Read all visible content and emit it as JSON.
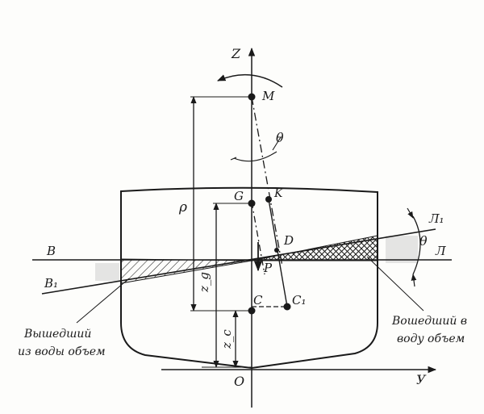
{
  "labels": {
    "axis_z": "Z",
    "axis_y": "У",
    "origin": "O",
    "metacenter": "M",
    "angle_top": "θ",
    "angle_right": "θ",
    "point_g": "G",
    "point_k": "K",
    "point_d": "D",
    "weight": "P",
    "buoyancy_c": "C",
    "buoyancy_c1": "C₁",
    "rho": "ρ",
    "zg": "z_g",
    "zc": "z_c",
    "wl_b": "В",
    "wl_b1": "В₁",
    "wl_l": "Л",
    "wl_l1": "Л₁"
  },
  "captions": {
    "emerged_line1": "Вышедший",
    "emerged_line2": "из воды объем",
    "immersed_line1": "Вошедший в",
    "immersed_line2": "воду объем"
  }
}
